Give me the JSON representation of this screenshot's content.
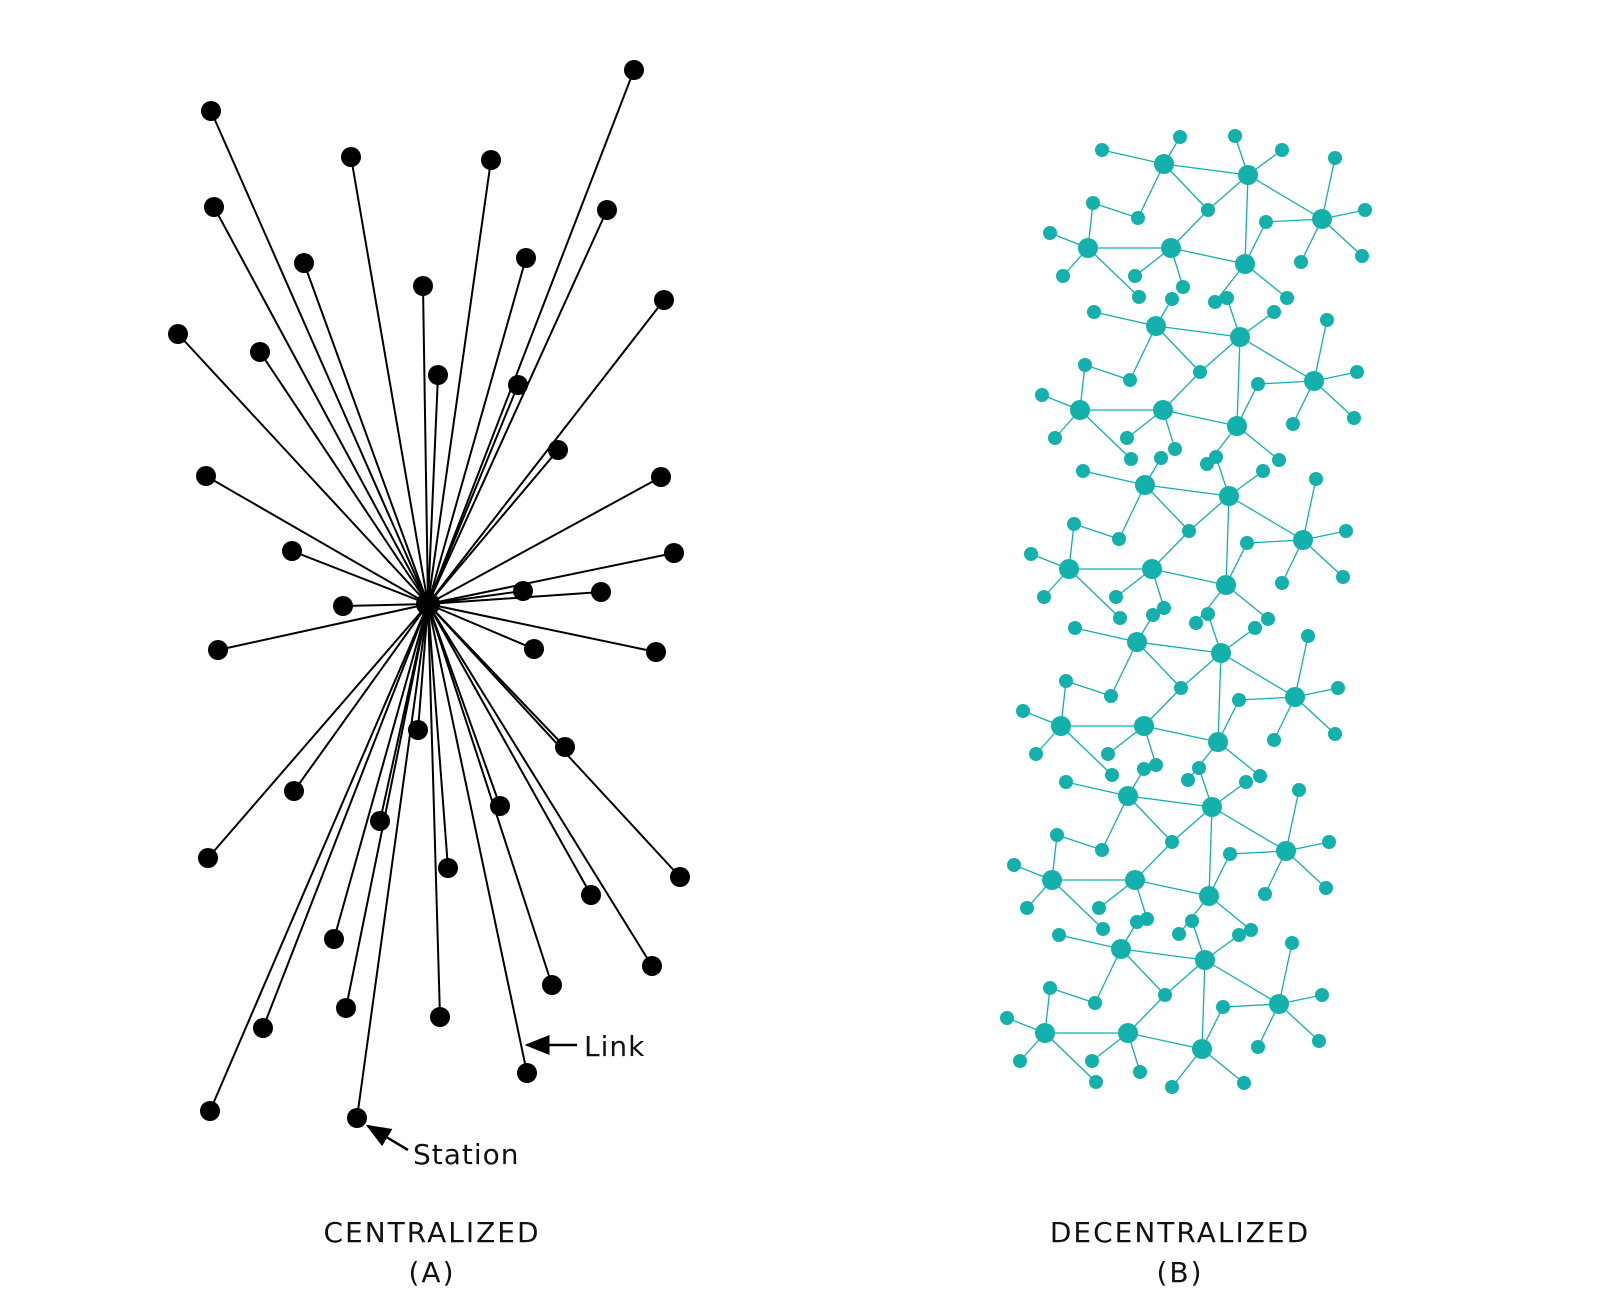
{
  "colors": {
    "centralized": "#000000",
    "decentralized": "#13B0AC",
    "background": "#ffffff",
    "text": "#111111"
  },
  "centralized": {
    "title": "CENTRALIZED",
    "subtitle": "(A)",
    "annotation_link": "Link",
    "annotation_station": "Station"
  },
  "decentralized": {
    "title": "DECENTRALIZED",
    "subtitle": "(B)"
  }
}
